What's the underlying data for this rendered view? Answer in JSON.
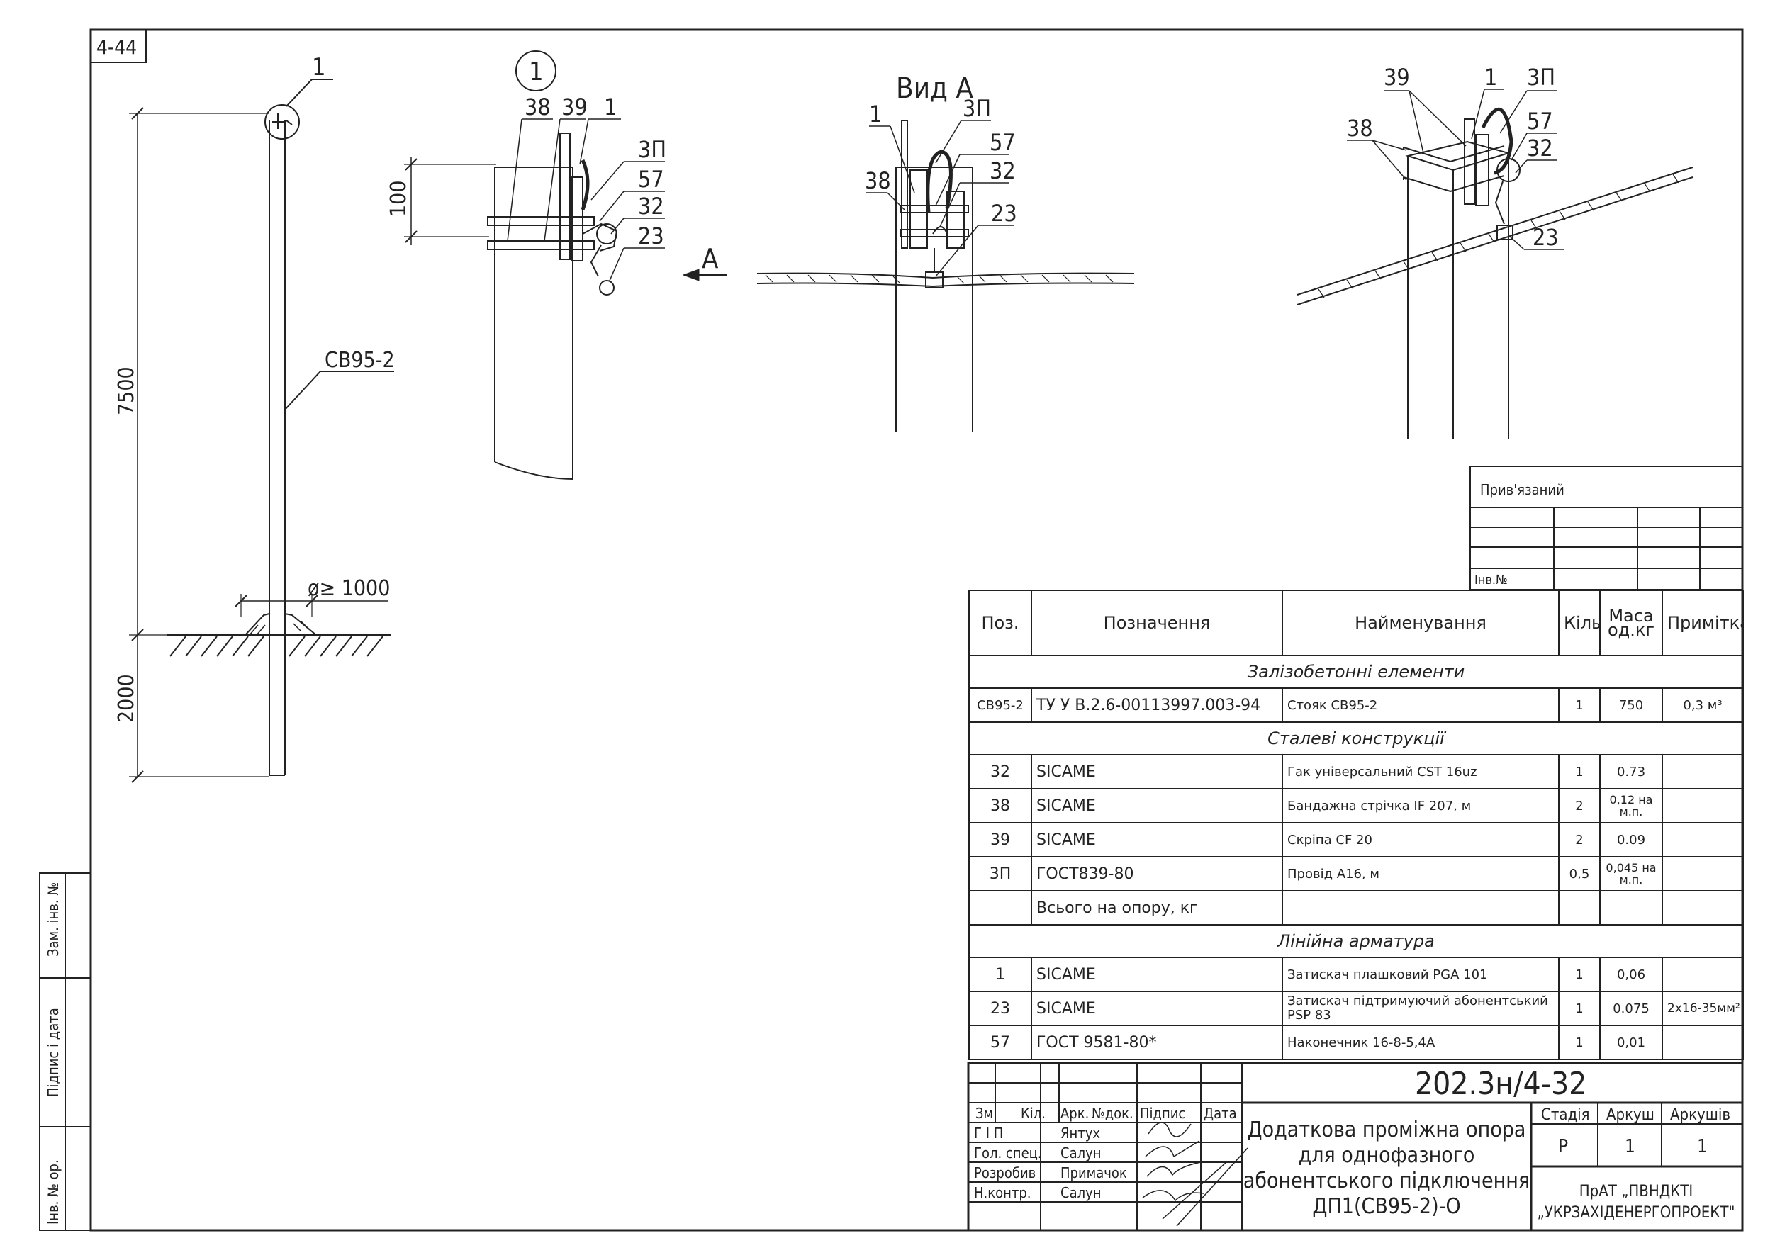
{
  "sheet_code": "4-44",
  "view_a_title": "Вид А",
  "arrow_label": "А",
  "detail_marker": "1",
  "pole_callout": "1",
  "pole_mark": "СВ95-2",
  "dims": {
    "height_above": "7500",
    "depth": "2000",
    "bracket_gap": "100",
    "foundation": "ø≥ 1000"
  },
  "detail_labels": [
    "38",
    "39",
    "1",
    "3П",
    "57",
    "32",
    "23"
  ],
  "view_a_labels": [
    "1",
    "3П",
    "57",
    "32",
    "38",
    "23"
  ],
  "iso_labels": [
    "39",
    "1",
    "3П",
    "57",
    "32",
    "38",
    "23"
  ],
  "side_stamp": [
    "Інв. № ор.",
    "Підпис і дата",
    "Зам. інв. №"
  ],
  "tied": {
    "label": "Прив'язаний",
    "inv": "Інв.№"
  },
  "spec": {
    "headers": [
      "Поз.",
      "Позначення",
      "Найменування",
      "Кільк.",
      "Маса од.кг",
      "Примітка"
    ],
    "sections": [
      {
        "title": "Залізобетонні елементи",
        "rows": [
          [
            "СВ95-2",
            "ТУ У В.2.6-00113997.003-94",
            "Стояк СВ95-2",
            "1",
            "750",
            "0,3 м³"
          ]
        ]
      },
      {
        "title": "Сталеві конструкції",
        "rows": [
          [
            "32",
            "SICAME",
            "Гак універсальний CST 16uz",
            "1",
            "0.73",
            ""
          ],
          [
            "38",
            "SICAME",
            "Бандажна стрічка IF 207, м",
            "2",
            "0,12 на м.п.",
            ""
          ],
          [
            "39",
            "SICAME",
            "Скріпа CF 20",
            "2",
            "0.09",
            ""
          ],
          [
            "3П",
            "ГОСТ839-80",
            "Провід А16, м",
            "0,5",
            "0,045 на м.п.",
            ""
          ],
          [
            "",
            "Всього на опору, кг",
            "",
            "",
            "",
            ""
          ]
        ]
      },
      {
        "title": "Лінійна арматура",
        "rows": [
          [
            "1",
            "SICAME",
            "Затискач плашковий PGA 101",
            "1",
            "0,06",
            ""
          ],
          [
            "23",
            "SICAME",
            "Затискач підтримуючий абонентський PSP 83",
            "1",
            "0.075",
            "2х16-35мм²"
          ],
          [
            "57",
            "ГОСТ 9581-80*",
            "Наконечник 16-8-5,4А",
            "1",
            "0,01",
            ""
          ]
        ]
      }
    ]
  },
  "title_block": {
    "doc_number": "202.3н/4-32",
    "head_cols": [
      "Зм.",
      "Кіл.",
      "Арк.",
      "№док.",
      "Підпис",
      "Дата"
    ],
    "signers": [
      {
        "role": "Г І П",
        "name": "Янтух"
      },
      {
        "role": "Гол. спец.",
        "name": "Салун"
      },
      {
        "role": "Розробив",
        "name": "Примачок"
      },
      {
        "role": "Н.контр.",
        "name": "Салун"
      }
    ],
    "title_lines": [
      "Додаткова проміжна опора",
      "для однофазного",
      "абонентського підключення",
      "ДП1(СВ95-2)-О"
    ],
    "stage_label": "Стадія",
    "sheet_label": "Аркуш",
    "sheets_label": "Аркушів",
    "stage": "Р",
    "sheet": "1",
    "sheets": "1",
    "org_lines": [
      "ПрАТ „ПВНДКТІ",
      "„УКРЗАХІДЕНЕРГОПРОЕКТ\""
    ]
  }
}
